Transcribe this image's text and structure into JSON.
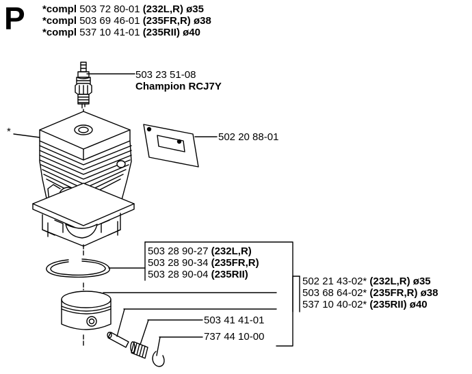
{
  "section_letter": "P",
  "header_lines": [
    {
      "prefix": "*compl",
      "number": "503 72 80-01",
      "model": "(232L,R)",
      "size": "ø35"
    },
    {
      "prefix": "*compl",
      "number": "503 69 46-01",
      "model": "(235FR,R)",
      "size": "ø38"
    },
    {
      "prefix": "*compl",
      "number": "537 10 41-01",
      "model": "(235RII)",
      "size": "ø40"
    }
  ],
  "callouts": {
    "spark_plug": {
      "number": "503 23 51-08",
      "name": "Champion RCJ7Y"
    },
    "gasket": {
      "number": "502 20 88-01"
    },
    "cylinder_marker": "*",
    "rings": [
      {
        "number": "503 28 90-27",
        "model": "(232L,R)"
      },
      {
        "number": "503 28 90-34",
        "model": "(235FR,R)"
      },
      {
        "number": "503 28 90-04",
        "model": "(235RII)"
      }
    ],
    "pistons": [
      {
        "number": "502 21 43-02*",
        "model": "(232L,R)",
        "size": "ø35"
      },
      {
        "number": "503 68 64-02*",
        "model": "(235FR,R)",
        "size": "ø38"
      },
      {
        "number": "537 10 40-02*",
        "model": "(235RII)",
        "size": "ø40"
      }
    ],
    "pin": {
      "number": "503 41 41-01"
    },
    "bearing": {
      "number": "737 44 10-00"
    }
  }
}
